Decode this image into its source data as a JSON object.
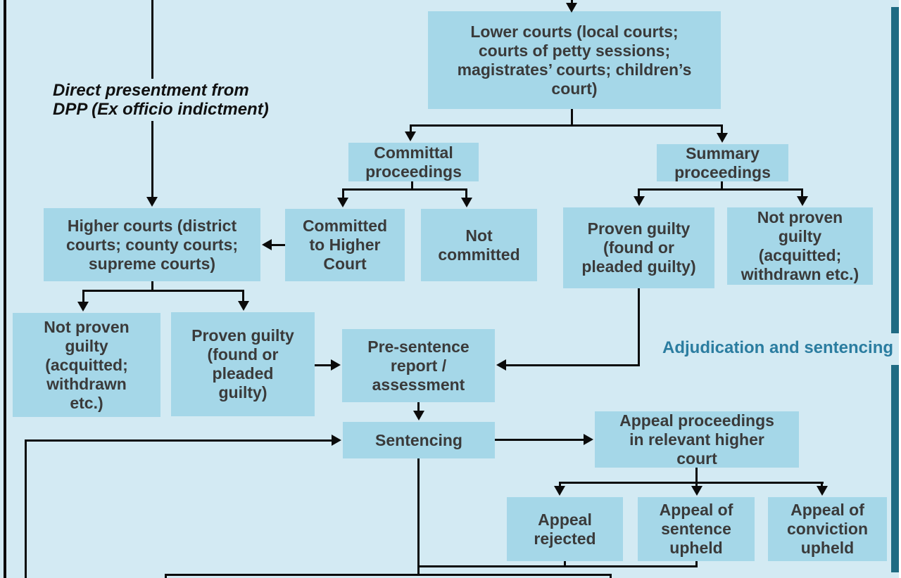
{
  "colors": {
    "background": "#d3eaf3",
    "box_fill": "#a5d7e8",
    "box_text": "#3a3a3a",
    "line": "#0b0b0b",
    "sidebar_bar": "#1f6b83",
    "section_text": "#2b7da0"
  },
  "annotations": {
    "direct_presentment": "Direct presentment from\nDPP (Ex officio indictment)",
    "section_label": "Adjudication and sentencing"
  },
  "boxes": {
    "lower_courts": "Lower courts (local courts;\ncourts of petty sessions;\nmagistrates’ courts; children’s\ncourt)",
    "committal_proceedings": "Committal\nproceedings",
    "summary_proceedings": "Summary\nproceedings",
    "higher_courts": "Higher courts (district\ncourts; county courts;\nsupreme courts)",
    "committed_to_higher_court": "Committed\nto Higher\nCourt",
    "not_committed": "Not\ncommitted",
    "proven_guilty_summary": "Proven guilty\n(found or\npleaded guilty)",
    "not_proven_guilty_summary": "Not proven\nguilty\n(acquitted;\nwithdrawn etc.)",
    "not_proven_guilty_higher": "Not proven\nguilty\n(acquitted;\nwithdrawn\netc.)",
    "proven_guilty_higher": "Proven guilty\n(found or\npleaded\nguilty)",
    "pre_sentence_report": "Pre-sentence\nreport /\nassessment",
    "sentencing": "Sentencing",
    "appeal_proceedings": "Appeal proceedings\nin relevant higher\ncourt",
    "appeal_rejected": "Appeal\nrejected",
    "appeal_of_sentence_upheld": "Appeal of\nsentence\nupheld",
    "appeal_of_conviction_upheld": "Appeal of\nconviction\nupheld"
  }
}
